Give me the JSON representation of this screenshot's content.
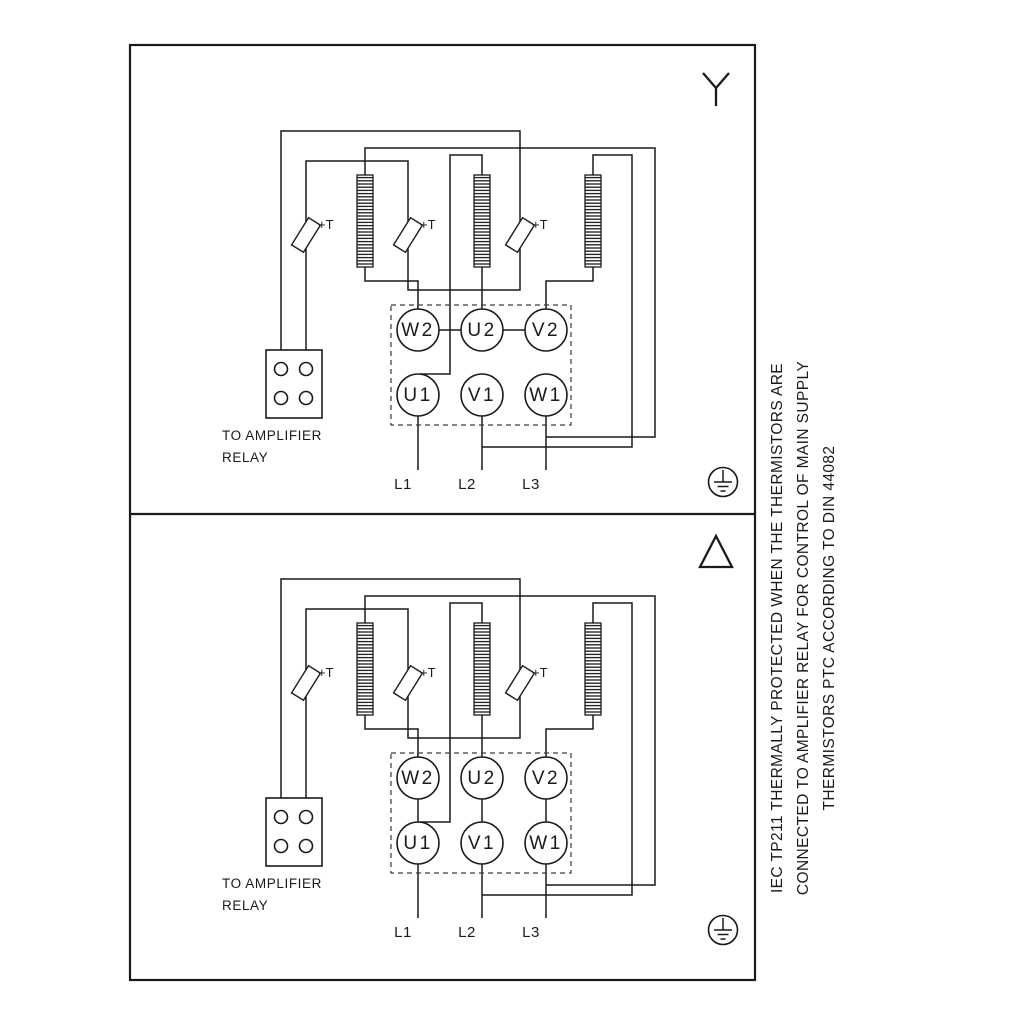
{
  "side_note": {
    "lines": [
      "IEC TP211 THERMALLY PROTECTED WHEN THE THERMISTORS ARE",
      "CONNECTED TO AMPLIFIER RELAY FOR CONTROL OF MAIN SUPPLY",
      "THERMISTORS PTC ACCORDING TO DIN 44082"
    ]
  },
  "colors": {
    "ink": "#1a1a1a",
    "paper": "#ffffff"
  },
  "diagrams": [
    {
      "connection": "star",
      "connection_symbol_icon": "star-y-symbol",
      "terminals_top": [
        "W2",
        "U2",
        "V2"
      ],
      "terminals_bottom": [
        "U1",
        "V1",
        "W1"
      ],
      "supply_labels": [
        "L1",
        "L2",
        "L3"
      ],
      "thermistor_label": "+T",
      "relay_caption_line1": "TO AMPLIFIER",
      "relay_caption_line2": "RELAY"
    },
    {
      "connection": "delta",
      "connection_symbol_icon": "delta-triangle-symbol",
      "terminals_top": [
        "W2",
        "U2",
        "V2"
      ],
      "terminals_bottom": [
        "U1",
        "V1",
        "W1"
      ],
      "supply_labels": [
        "L1",
        "L2",
        "L3"
      ],
      "thermistor_label": "+T",
      "relay_caption_line1": "TO AMPLIFIER",
      "relay_caption_line2": "RELAY"
    }
  ]
}
